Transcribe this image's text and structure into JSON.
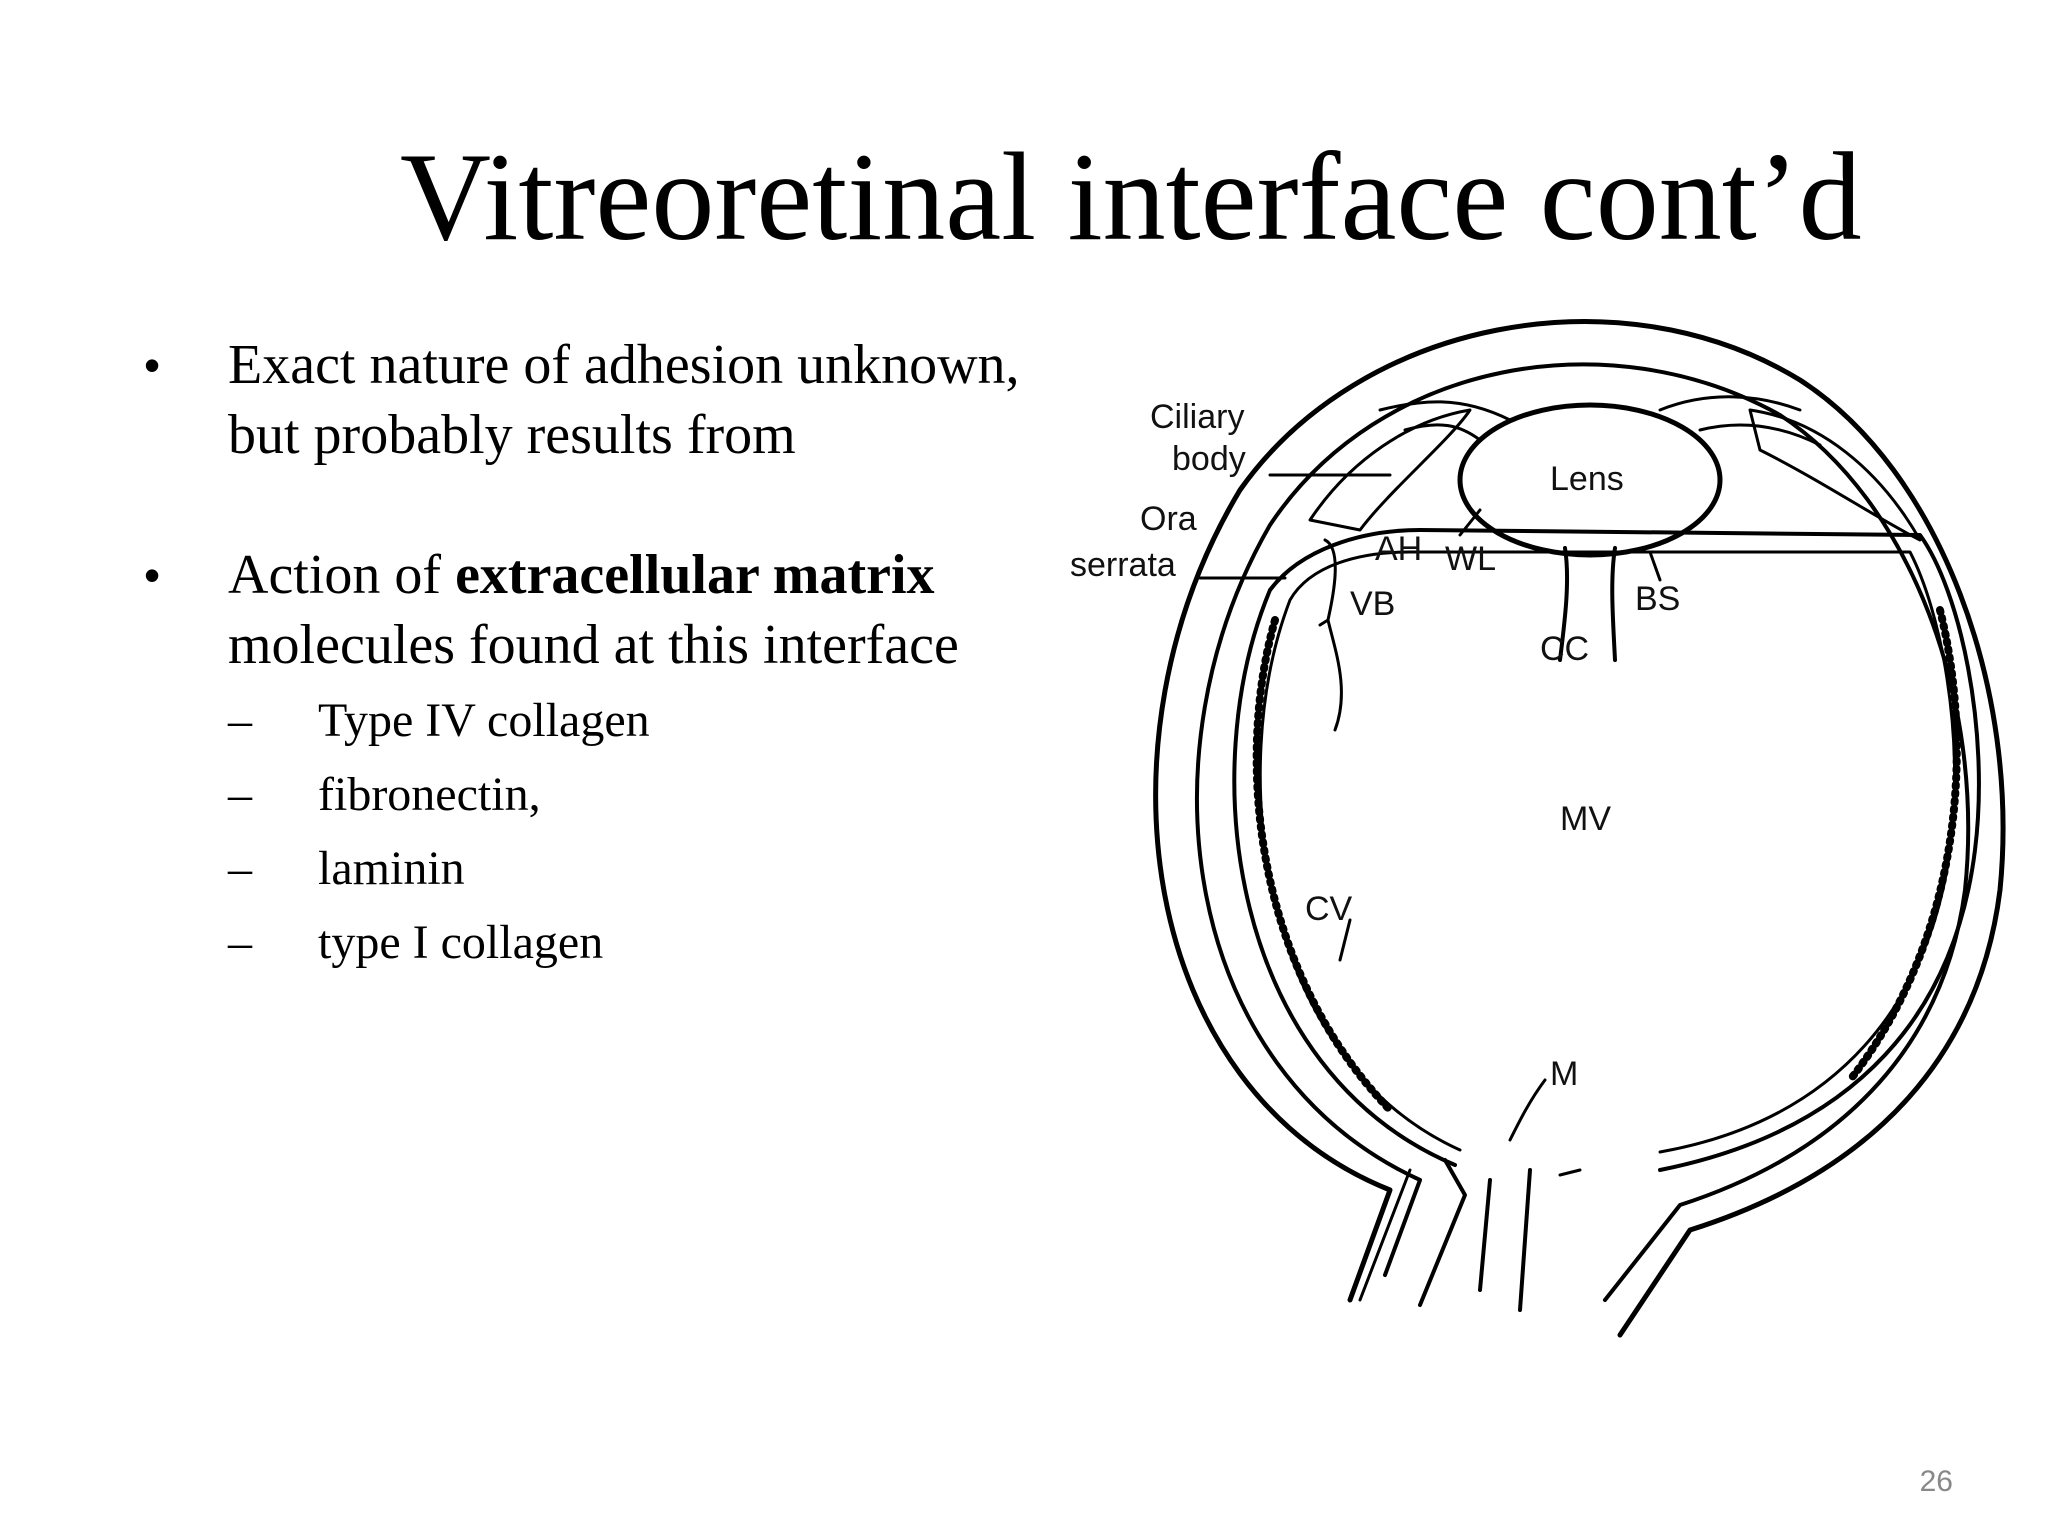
{
  "slide": {
    "title": "Vitreoretinal interface  cont’d",
    "bullets": [
      {
        "mark": "•",
        "text": "Exact nature of adhesion unknown,  but probably results from"
      },
      {
        "mark": "•",
        "text_before": "Action of ",
        "text_bold": "extracellular matrix",
        "text_after": " molecules found at this interface",
        "sub_items": [
          {
            "mark": "–",
            "text": "Type IV collagen"
          },
          {
            "mark": "–",
            "text": "fibronectin,"
          },
          {
            "mark": "–",
            "text": "laminin"
          },
          {
            "mark": "–",
            "text": "type I collagen"
          }
        ]
      }
    ],
    "page_number": "26"
  },
  "diagram": {
    "labels": {
      "ciliary_line1": "Ciliary",
      "ciliary_line2": "body",
      "ora_line1": "Ora",
      "ora_line2": "serrata",
      "lens": "Lens",
      "ah": "AH",
      "wl": "WL",
      "vb": "VB",
      "bs": "BS",
      "cc": "CC",
      "mv": "MV",
      "cv": "CV",
      "m": "M"
    }
  }
}
